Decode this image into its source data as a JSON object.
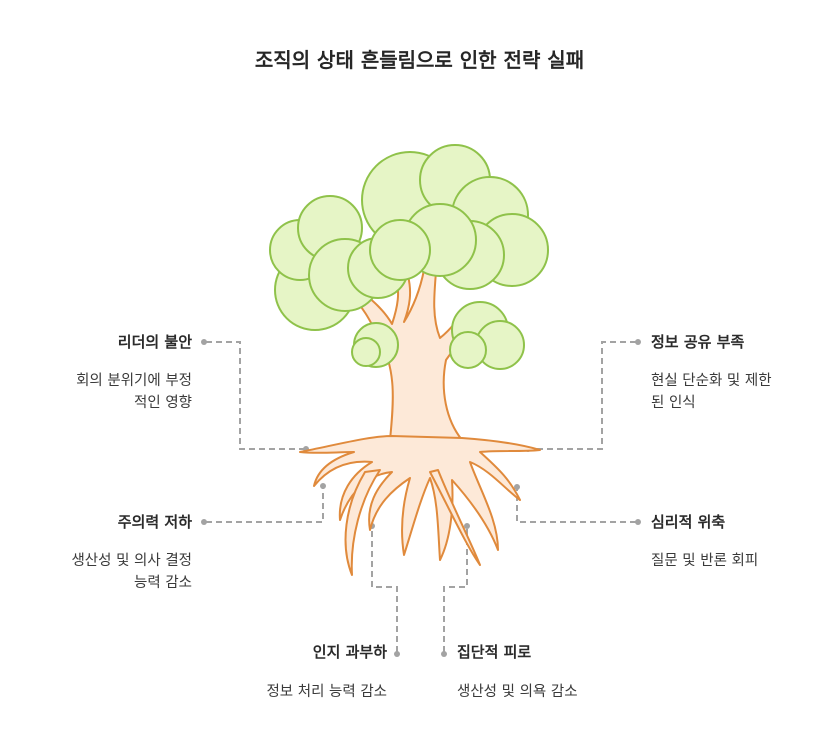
{
  "title": "조직의 상태 흔들림으로 인한 전략 실패",
  "items": [
    {
      "label": "리더의 불안",
      "desc_lines": [
        "회의 분위기에 부정",
        "적인 영향"
      ]
    },
    {
      "label": "정보 공유 부족",
      "desc_lines": [
        "현실 단순화 및 제한",
        "된 인식"
      ]
    },
    {
      "label": "주의력 저하",
      "desc_lines": [
        "생산성 및 의사 결정",
        "능력 감소"
      ]
    },
    {
      "label": "심리적 위축",
      "desc_lines": [
        "질문 및 반론 회피"
      ]
    },
    {
      "label": "인지 과부하",
      "desc_lines": [
        "정보 처리 능력 감소"
      ]
    },
    {
      "label": "집단적 피로",
      "desc_lines": [
        "생산성 및 의욕 감소"
      ]
    }
  ],
  "colors": {
    "foliage_fill": "#e6f5c6",
    "foliage_stroke": "#8fc24a",
    "trunk_fill": "#fde9d8",
    "trunk_stroke": "#e08a3c",
    "connector": "#a3a3a3"
  }
}
